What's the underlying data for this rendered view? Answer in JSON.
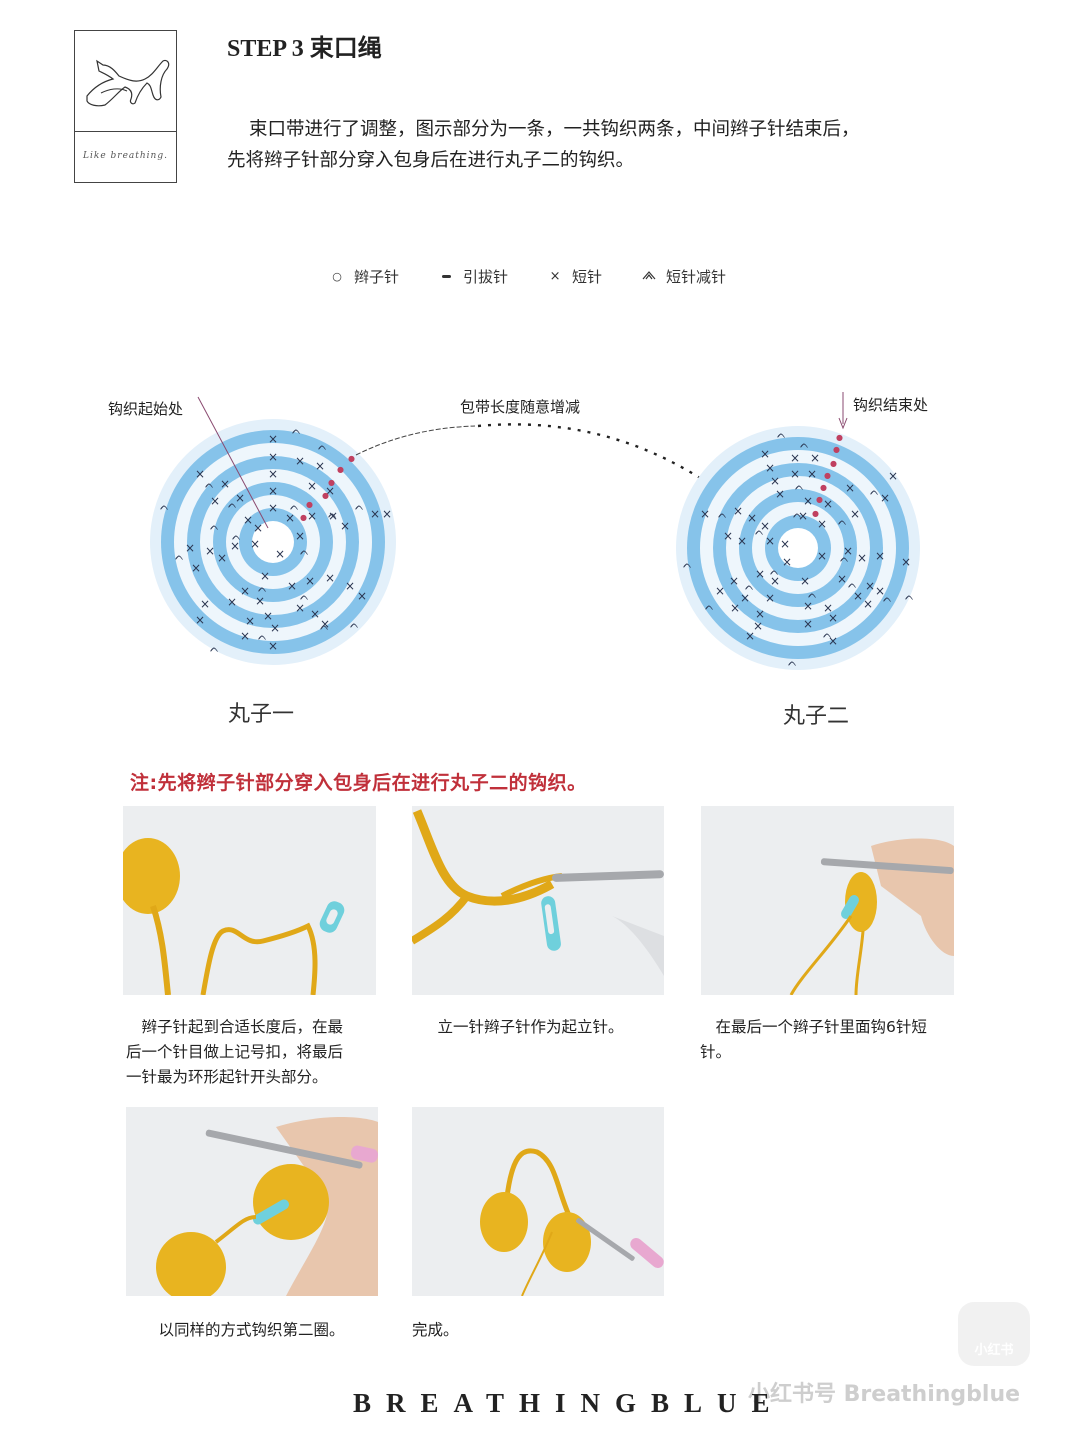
{
  "logo": {
    "icon": "cat-line-drawing-icon",
    "tagline": "Like breathing."
  },
  "header": {
    "title": "STEP 3 束口绳"
  },
  "intro": {
    "line1": "束口带进行了调整，图示部分为一条，一共钩织两条，中间辫子针结束后，",
    "line2": "先将辫子针部分穿入包身后在进行丸子二的钩织。"
  },
  "legend": {
    "items": [
      {
        "symbol": "○",
        "icon": "chain-stitch-icon",
        "label": "辫子针"
      },
      {
        "symbol": "━",
        "icon": "slip-stitch-icon",
        "label": "引拔针"
      },
      {
        "symbol": "×",
        "icon": "single-crochet-icon",
        "label": "短针"
      },
      {
        "symbol": "ᨈ",
        "icon": "sc-decrease-icon",
        "label": "短针减针"
      }
    ]
  },
  "diagram": {
    "start_label": "钩织起始处",
    "middle_label": "包带长度随意增减",
    "end_label": "钩织结束处",
    "ball1_name": "丸子一",
    "ball2_name": "丸子二",
    "ring_color": "#86c3ea",
    "ring_light_color": "#dcedf8",
    "marker_color": "#c04060"
  },
  "note": {
    "text": "注:先将辫子针部分穿入包身后在进行丸子二的钩织。"
  },
  "steps": [
    {
      "caption_lines": [
        "　辫子针起到合适长度后，在最",
        "后一个针目做上记号扣，将最后",
        "一针最为环形起针开头部分。"
      ]
    },
    {
      "caption_lines": [
        "　立一针辫子针作为起立针。"
      ]
    },
    {
      "caption_lines": [
        "　在最后一个辫子针里面钩6针短",
        "针。"
      ]
    },
    {
      "caption_lines": [
        "　以同样的方式钩织第二圈。"
      ]
    },
    {
      "caption_lines": [
        "完成。"
      ]
    }
  ],
  "footer": {
    "brand": "BREATHINGBLUE",
    "watermark_text": "小红书号 Breathingblue",
    "watermark_badge": "小红书"
  },
  "colors": {
    "yarn": "#e8b420",
    "marker_clip": "#6fd0dc",
    "hook_handle": "#e8a8d0",
    "note_red": "#c0303a"
  }
}
